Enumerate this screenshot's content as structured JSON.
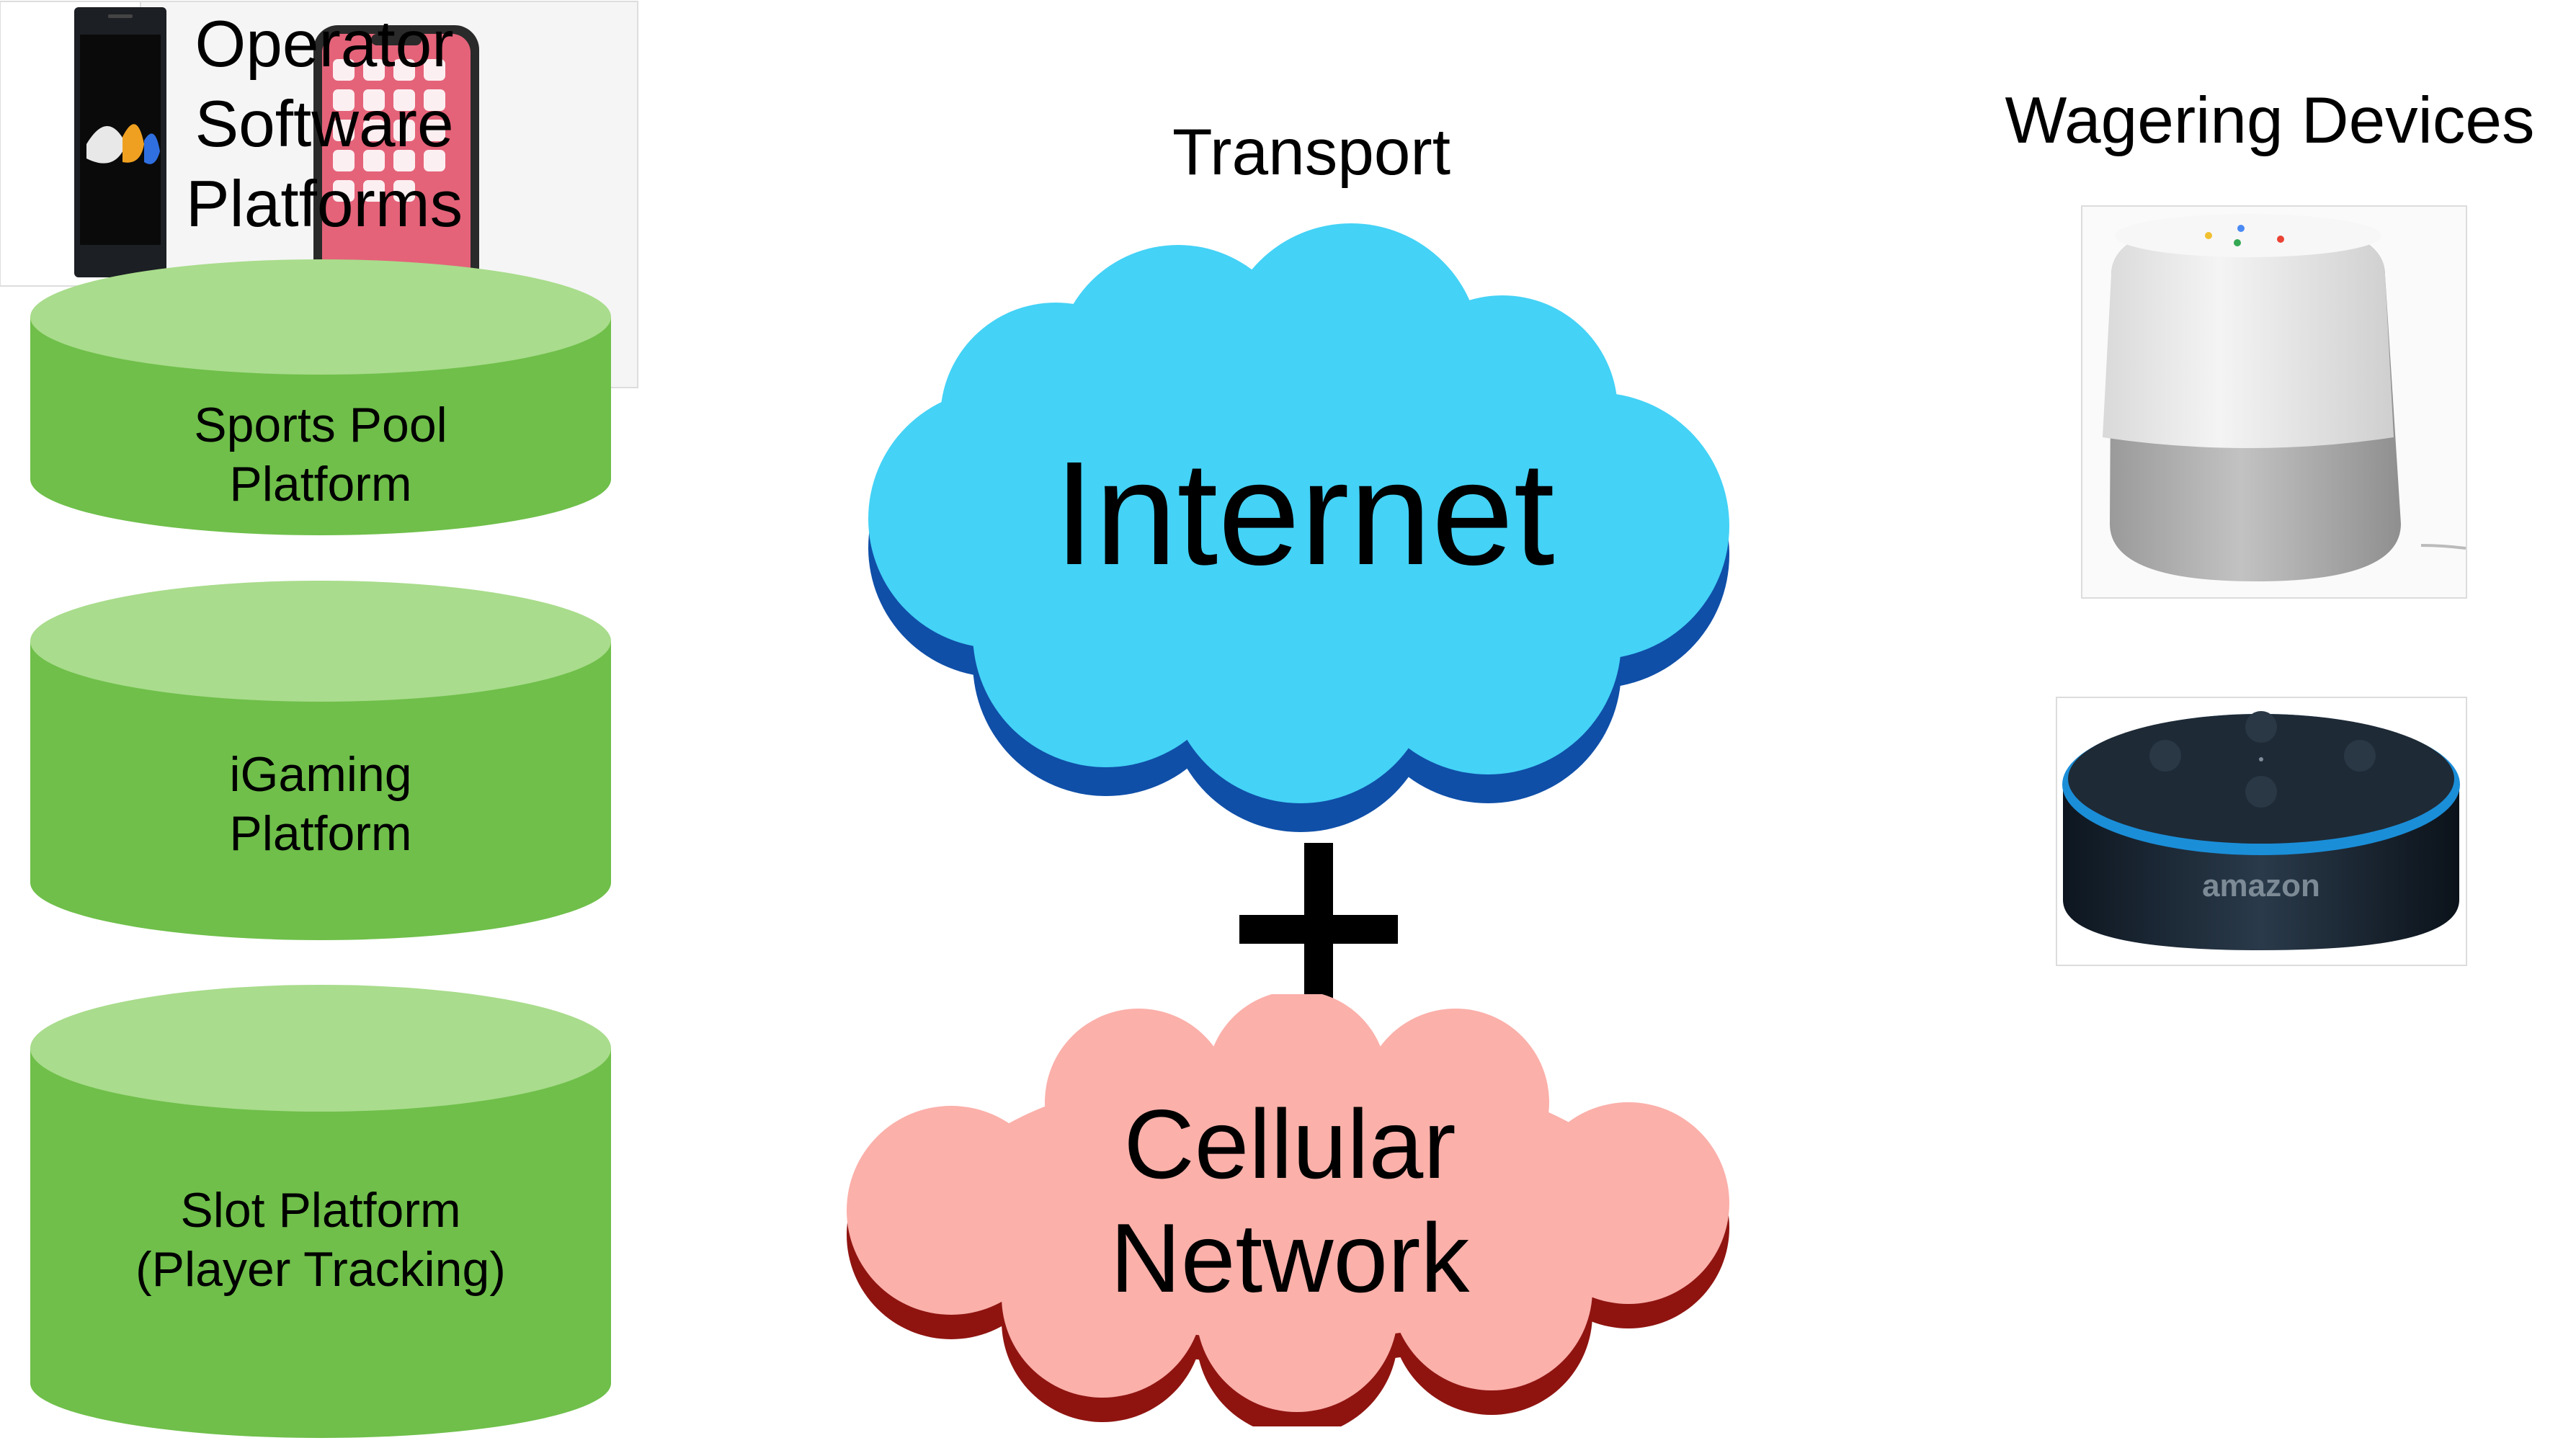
{
  "headings": {
    "platforms_line1": "Operator",
    "platforms_line2": "Software",
    "platforms_line3": "Platforms",
    "transport": "Transport",
    "devices": "Wagering Devices"
  },
  "platforms": [
    {
      "line1": "Sports Pool",
      "line2": "Platform"
    },
    {
      "line1": "iGaming",
      "line2": "Platform"
    },
    {
      "line1": "Slot Platform",
      "line2": "(Player Tracking)"
    }
  ],
  "clouds": {
    "internet": {
      "label": "Internet"
    },
    "cellular": {
      "line1": "Cellular",
      "line2": "Network"
    }
  },
  "devices": {
    "smart_speaker_brand_text": "amazon"
  },
  "colors": {
    "cylinder_body": "#6fbf4a",
    "cylinder_top": "#a9dc8c",
    "internet_fill": "#44d2f6",
    "internet_shadow": "#0f4fa8",
    "cellular_fill": "#fbb0aa",
    "cellular_shadow": "#8f1410",
    "plus": "#000000"
  },
  "icons": {
    "plus": "plus-icon",
    "speaker": "smart-speaker-icon",
    "echo": "echo-dot-icon",
    "phone": "smartphone-icon"
  }
}
